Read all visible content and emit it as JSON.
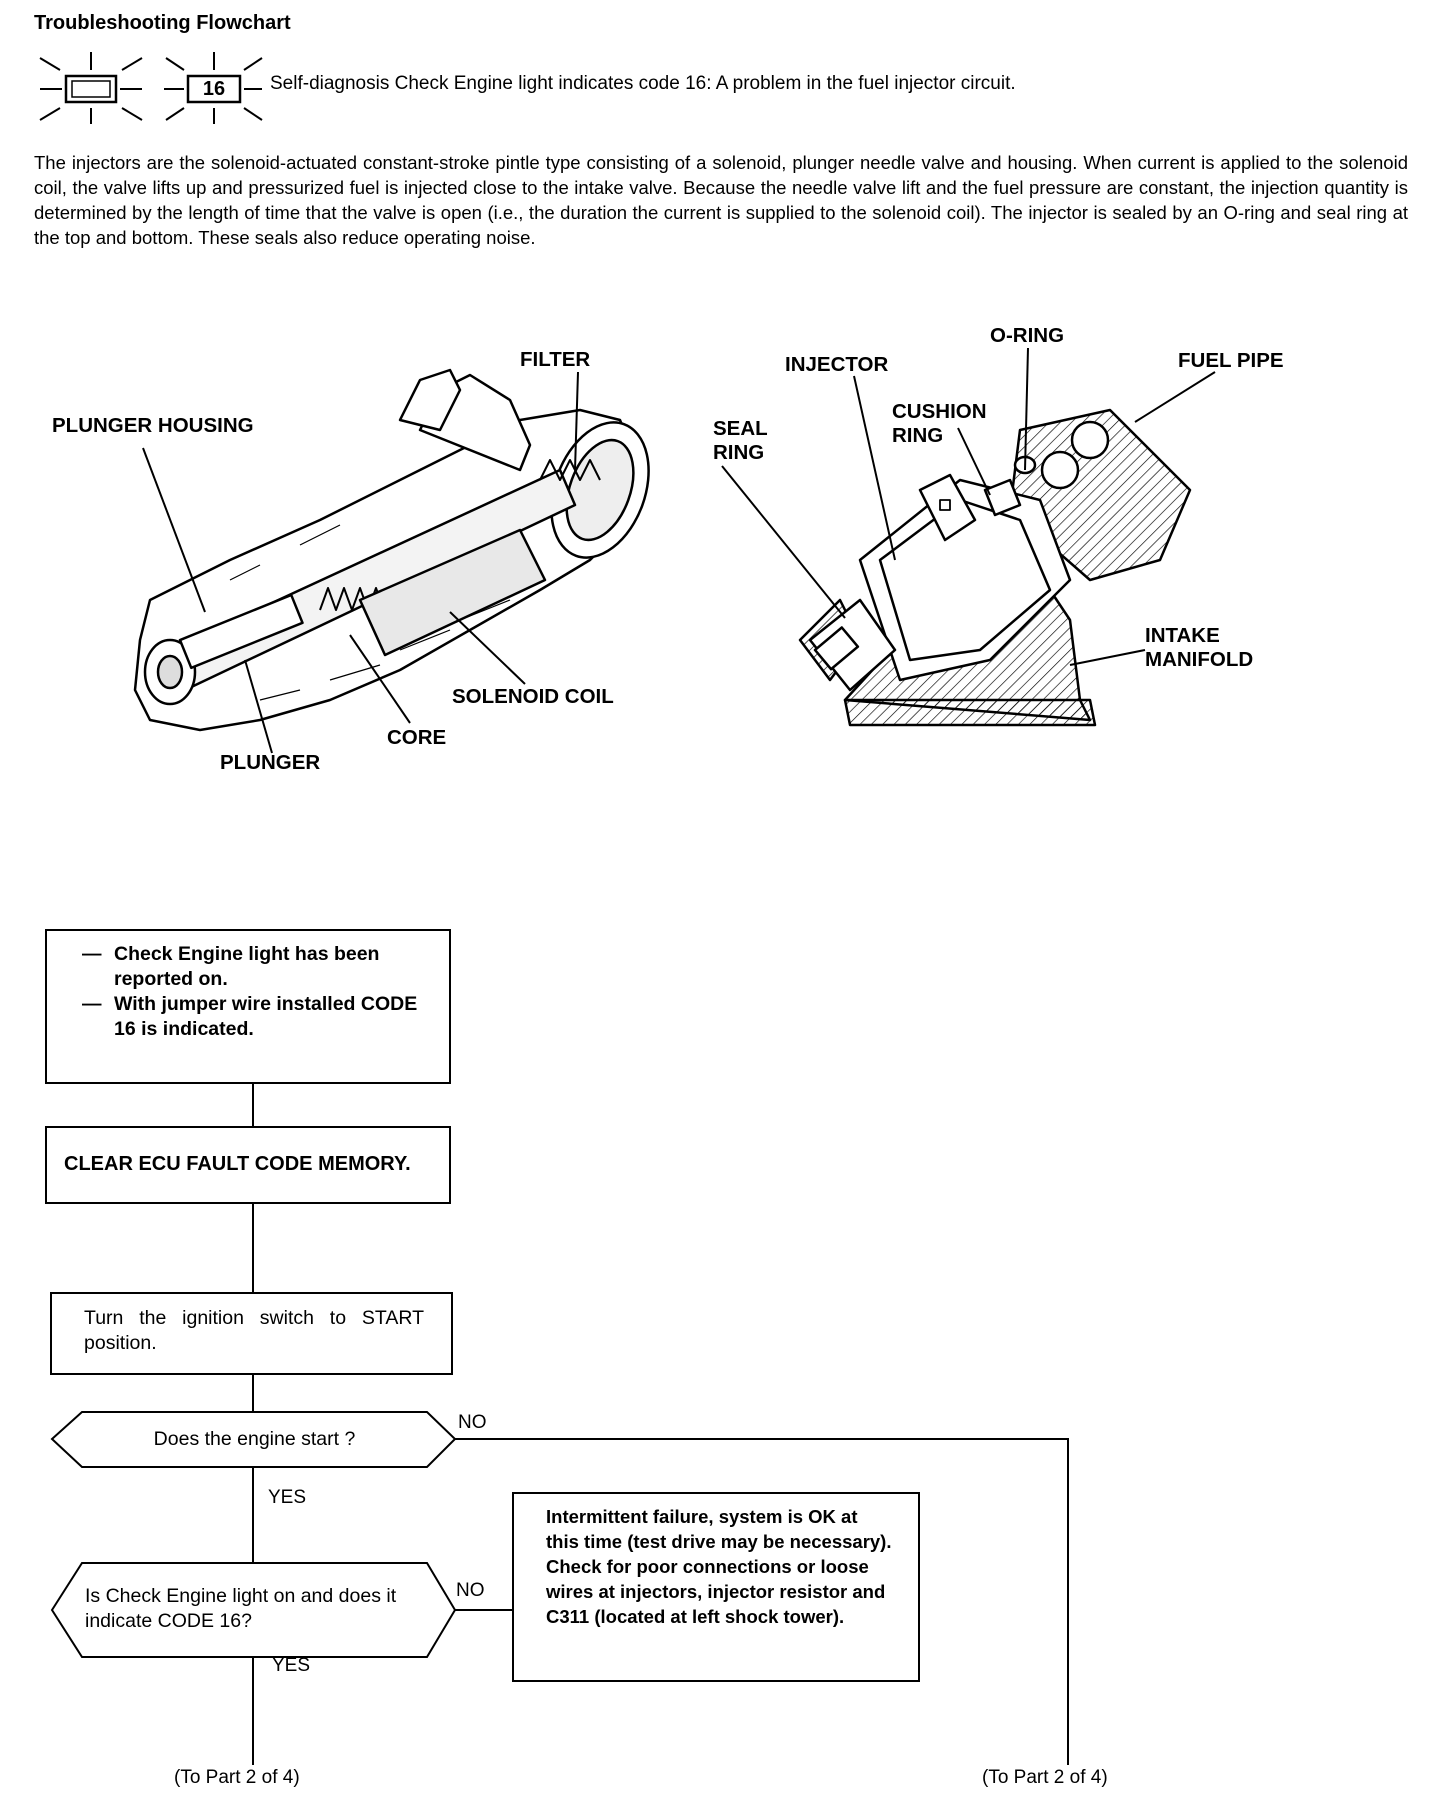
{
  "header": {
    "title": "Troubleshooting Flowchart",
    "icons": {
      "check_engine_icon": "check-engine-icon",
      "code_badge": "16"
    },
    "code_description": "Self-diagnosis Check Engine light indicates code 16: A problem in the fuel injector circuit."
  },
  "intro": "The injectors are the solenoid-actuated constant-stroke pintle type consisting of a solenoid, plunger needle valve and housing. When current is applied to the solenoid coil, the valve lifts up and pressurized fuel is injected close to the intake valve. Because the needle valve lift and the fuel pressure are constant, the injection quantity is determined by the length of time that the valve is open (i.e., the duration the current is supplied to the solenoid coil). The injector is sealed by an O-ring and seal ring at the top and bottom. These seals also reduce operating noise.",
  "diagram_left": {
    "labels": {
      "filter": "FILTER",
      "plunger_housing": "PLUNGER HOUSING",
      "solenoid_coil": "SOLENOID COIL",
      "core": "CORE",
      "plunger": "PLUNGER"
    }
  },
  "diagram_right": {
    "labels": {
      "o_ring": "O-RING",
      "injector": "INJECTOR",
      "fuel_pipe": "FUEL PIPE",
      "seal_ring": "SEAL\nRING",
      "cushion_ring": "CUSHION\nRING",
      "intake_manifold": "INTAKE\nMANIFOLD"
    }
  },
  "flowchart": {
    "start_box": {
      "items": [
        "Check Engine light has been reported on.",
        "With jumper wire installed CODE 16 is indicated."
      ],
      "dash": "—"
    },
    "clear_box": "CLEAR ECU FAULT CODE MEMORY.",
    "ignition_box": "Turn the ignition switch to START position.",
    "decision1": {
      "text": "Does the engine start ?",
      "no": "NO",
      "yes": "YES"
    },
    "decision2": {
      "text": "Is Check Engine light on and does it indicate CODE 16?",
      "no": "NO",
      "yes": "YES"
    },
    "result_box": "Intermittent failure, system is OK at this time (test drive may be necessary).\nCheck for poor connections or loose wires at injectors, injector resistor and C311 (located at left shock tower).",
    "to_part_left": "(To Part 2 of 4)",
    "to_part_right": "(To Part 2 of 4)"
  }
}
